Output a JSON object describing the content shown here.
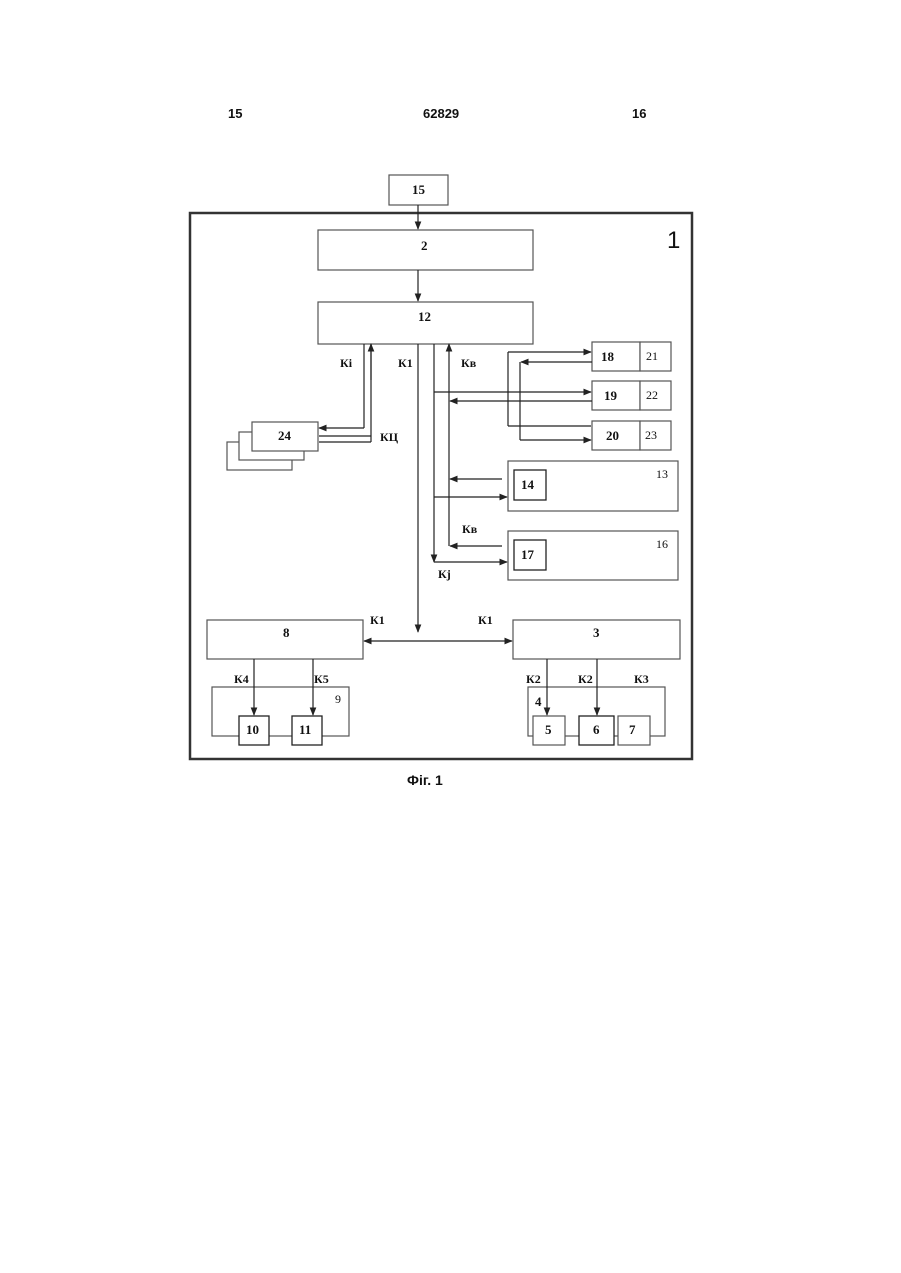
{
  "header": {
    "left_page": "15",
    "patent_number": "62829",
    "right_page": "16"
  },
  "figure": {
    "caption": "Фіг. 1",
    "frame_label": "1",
    "blocks": {
      "b15": "15",
      "b2": "2",
      "b12": "12",
      "b24": "24",
      "b18": "18",
      "b21": "21",
      "b19": "19",
      "b22": "22",
      "b20": "20",
      "b23": "23",
      "b13": "13",
      "b14": "14",
      "b16": "16",
      "b17": "17",
      "b8": "8",
      "b3": "3",
      "b9": "9",
      "b10": "10",
      "b11": "11",
      "b4": "4",
      "b5": "5",
      "b6": "6",
      "b7": "7"
    },
    "channels": {
      "ki": "Кі",
      "k1_top": "К1",
      "kv_top": "Кв",
      "kc": "КЦ",
      "kv_mid": "Кв",
      "kj": "Кj",
      "k1_left": "К1",
      "k1_right": "К1",
      "k4": "К4",
      "k5": "К5",
      "k2_a": "К2",
      "k2_b": "К2",
      "k3": "К3"
    }
  }
}
